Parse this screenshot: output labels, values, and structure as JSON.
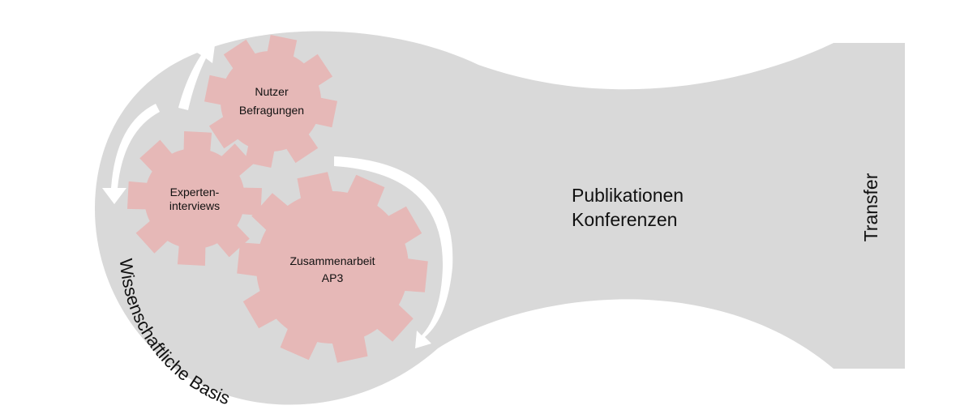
{
  "colors": {
    "background_shape": "#d9d9d9",
    "gear": "#e6b8b7",
    "arrow": "#ffffff",
    "text": "#111111"
  },
  "gears": {
    "nutzer": {
      "line1": "Nutzer",
      "line2": "Befragungen"
    },
    "experten": {
      "line1": "Experten-",
      "line2": "interviews"
    },
    "zusammen": {
      "line1": "Zusammenarbeit",
      "line2": "AP3"
    }
  },
  "center": {
    "line1": "Publikationen",
    "line2": "Konferenzen"
  },
  "curved_label": "Wissenschaftliche Basis",
  "right_label": "Transfer",
  "icons": [
    "cycle-arrow-icon",
    "gear-icon"
  ]
}
